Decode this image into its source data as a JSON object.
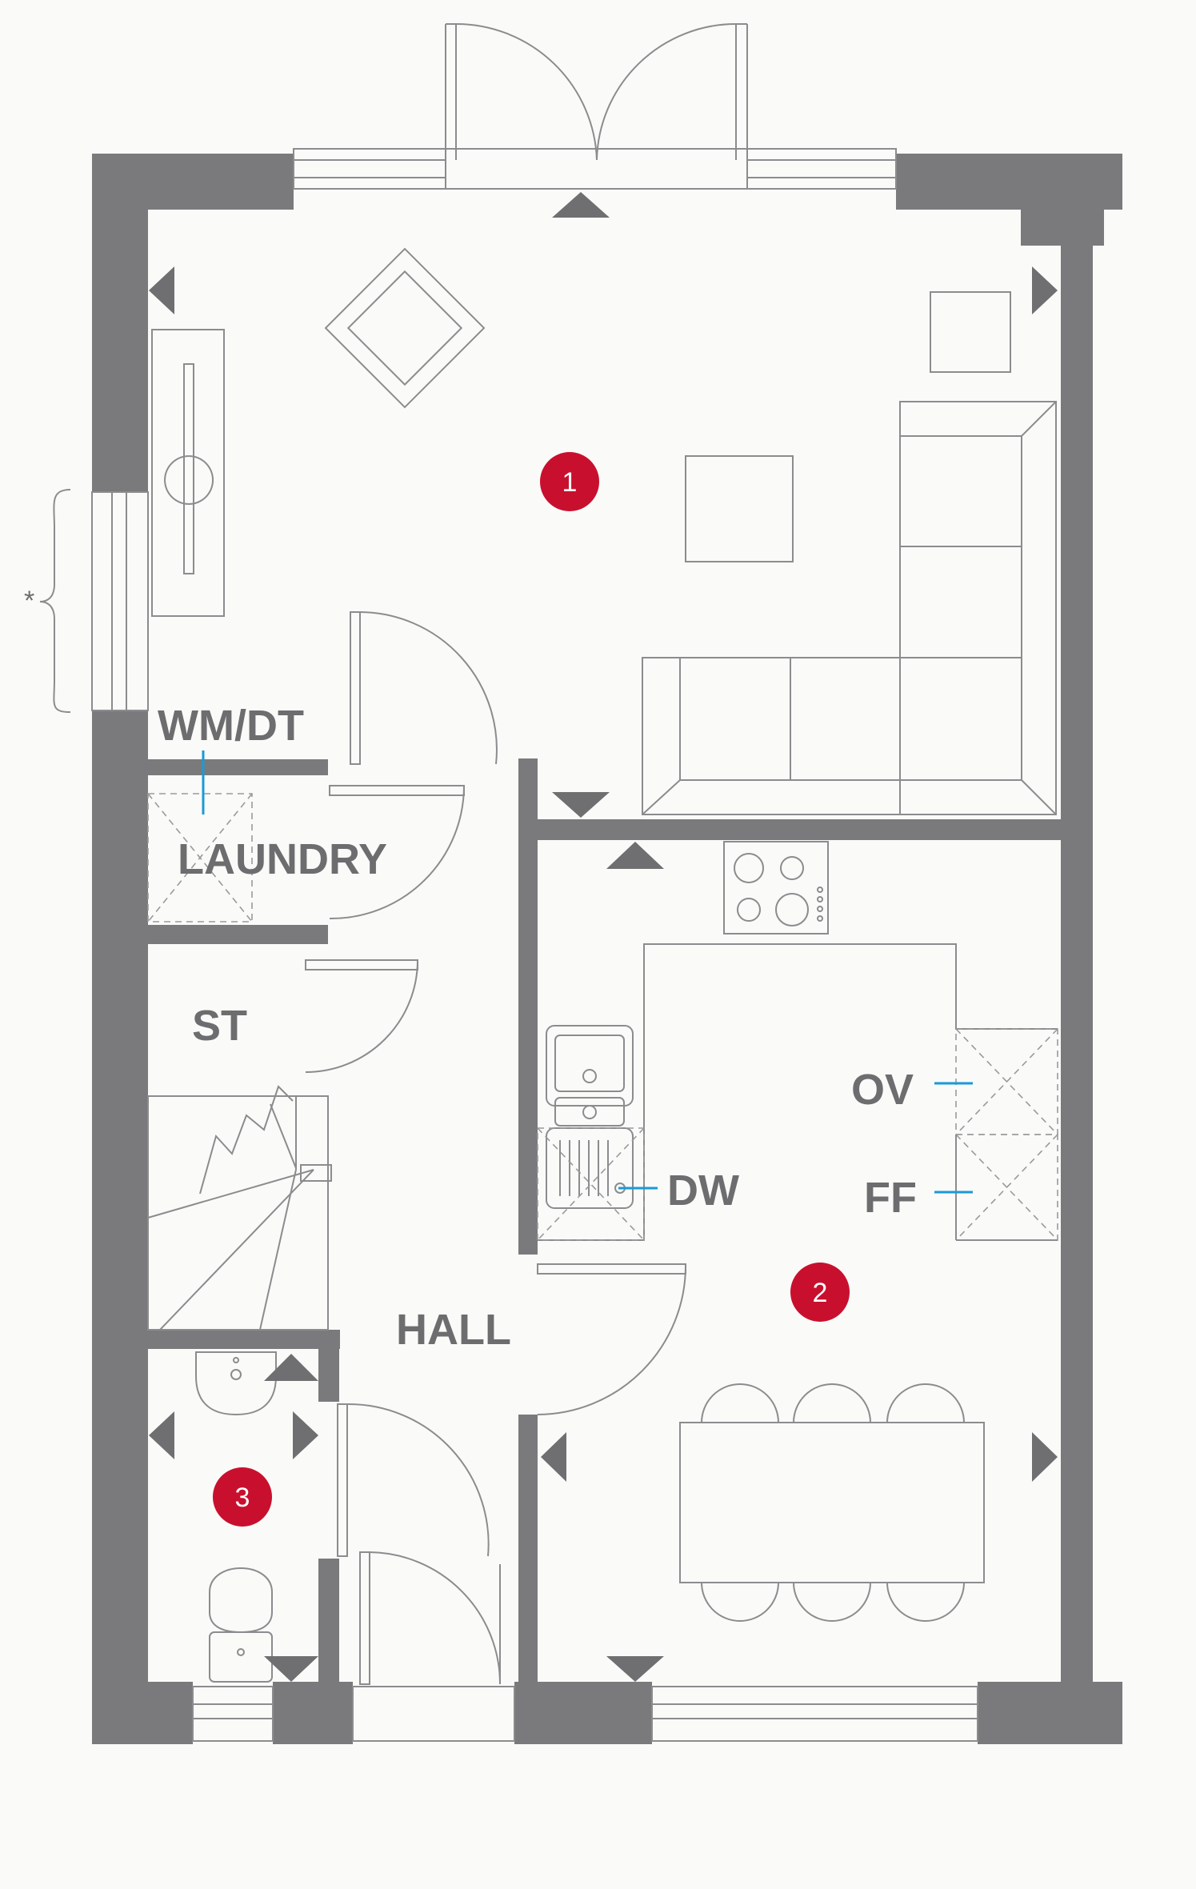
{
  "rooms": {
    "laundry": "LAUNDRY",
    "store": "ST",
    "hall": "HALL"
  },
  "appliances": {
    "washer_dryer": "WM/DT",
    "dishwasher": "DW",
    "oven": "OV",
    "fridge_freezer": "FF"
  },
  "badges": {
    "living": "1",
    "kitchen_dining": "2",
    "wc": "3"
  },
  "note_marker": "*",
  "colors": {
    "walls": "#7a7a7c",
    "badge": "#c8102e",
    "leader": "#1a9ad6",
    "background": "#fafaf9"
  }
}
